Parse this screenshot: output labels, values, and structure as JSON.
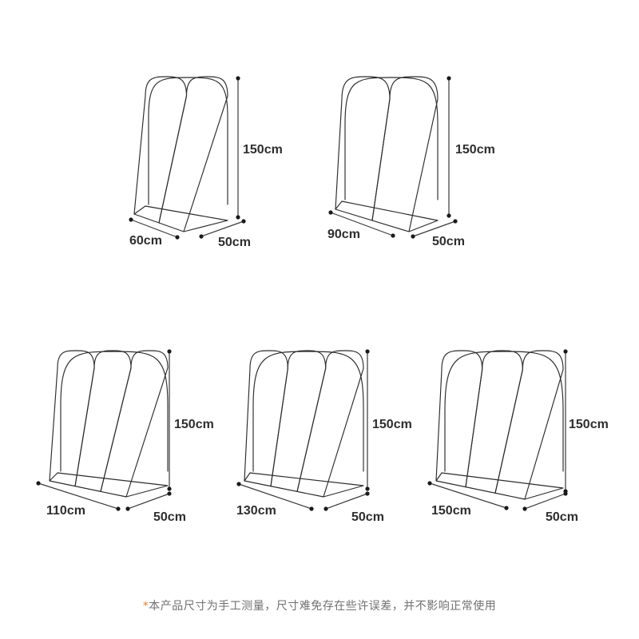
{
  "items": [
    {
      "height_label": "150cm",
      "width_label": "60cm",
      "depth_label": "50cm",
      "sections": 2
    },
    {
      "height_label": "150cm",
      "width_label": "90cm",
      "depth_label": "50cm",
      "sections": 2
    },
    {
      "height_label": "150cm",
      "width_label": "110cm",
      "depth_label": "50cm",
      "sections": 3
    },
    {
      "height_label": "150cm",
      "width_label": "130cm",
      "depth_label": "50cm",
      "sections": 3
    },
    {
      "height_label": "150cm",
      "width_label": "150cm",
      "depth_label": "50cm",
      "sections": 3
    }
  ],
  "footnote": {
    "asterisk": "*",
    "text": "本产品尺寸为手工测量，尺寸难免存在些许误差，并不影响正常使用"
  },
  "colors": {
    "outline": "#2b2b2b",
    "dimension": "#1a1a1a",
    "footnote": "#707070",
    "asterisk": "#e07d3a"
  }
}
